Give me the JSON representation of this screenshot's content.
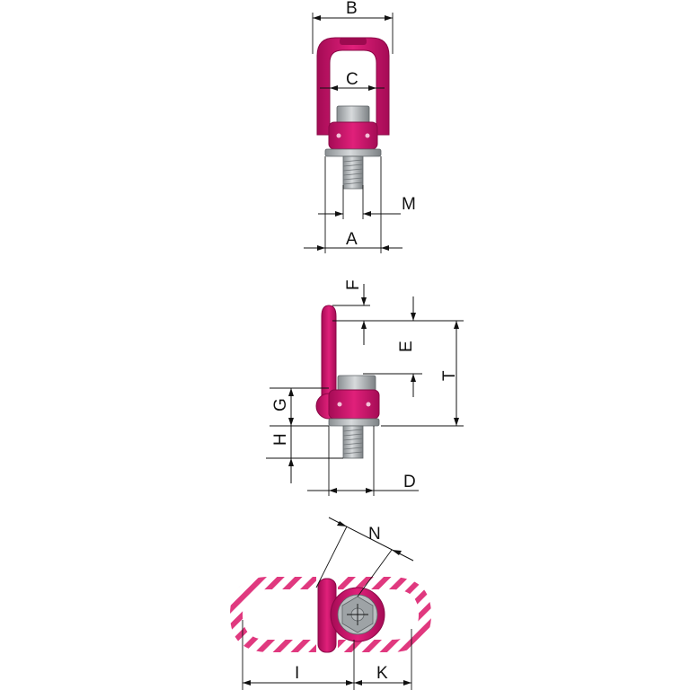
{
  "colors": {
    "product": "#d0116b",
    "product_dark": "#9c0a4f",
    "steel": "#b9bdc0",
    "hatch": "#e0397f",
    "line": "#111111"
  },
  "front_view": {
    "labels": {
      "b": "B",
      "c": "C",
      "m": "M",
      "a": "A"
    }
  },
  "side_view": {
    "labels": {
      "f": "F",
      "e": "E",
      "t": "T",
      "g": "G",
      "h": "H",
      "d": "D"
    }
  },
  "top_view": {
    "labels": {
      "n": "N",
      "i": "I",
      "k": "K"
    }
  }
}
